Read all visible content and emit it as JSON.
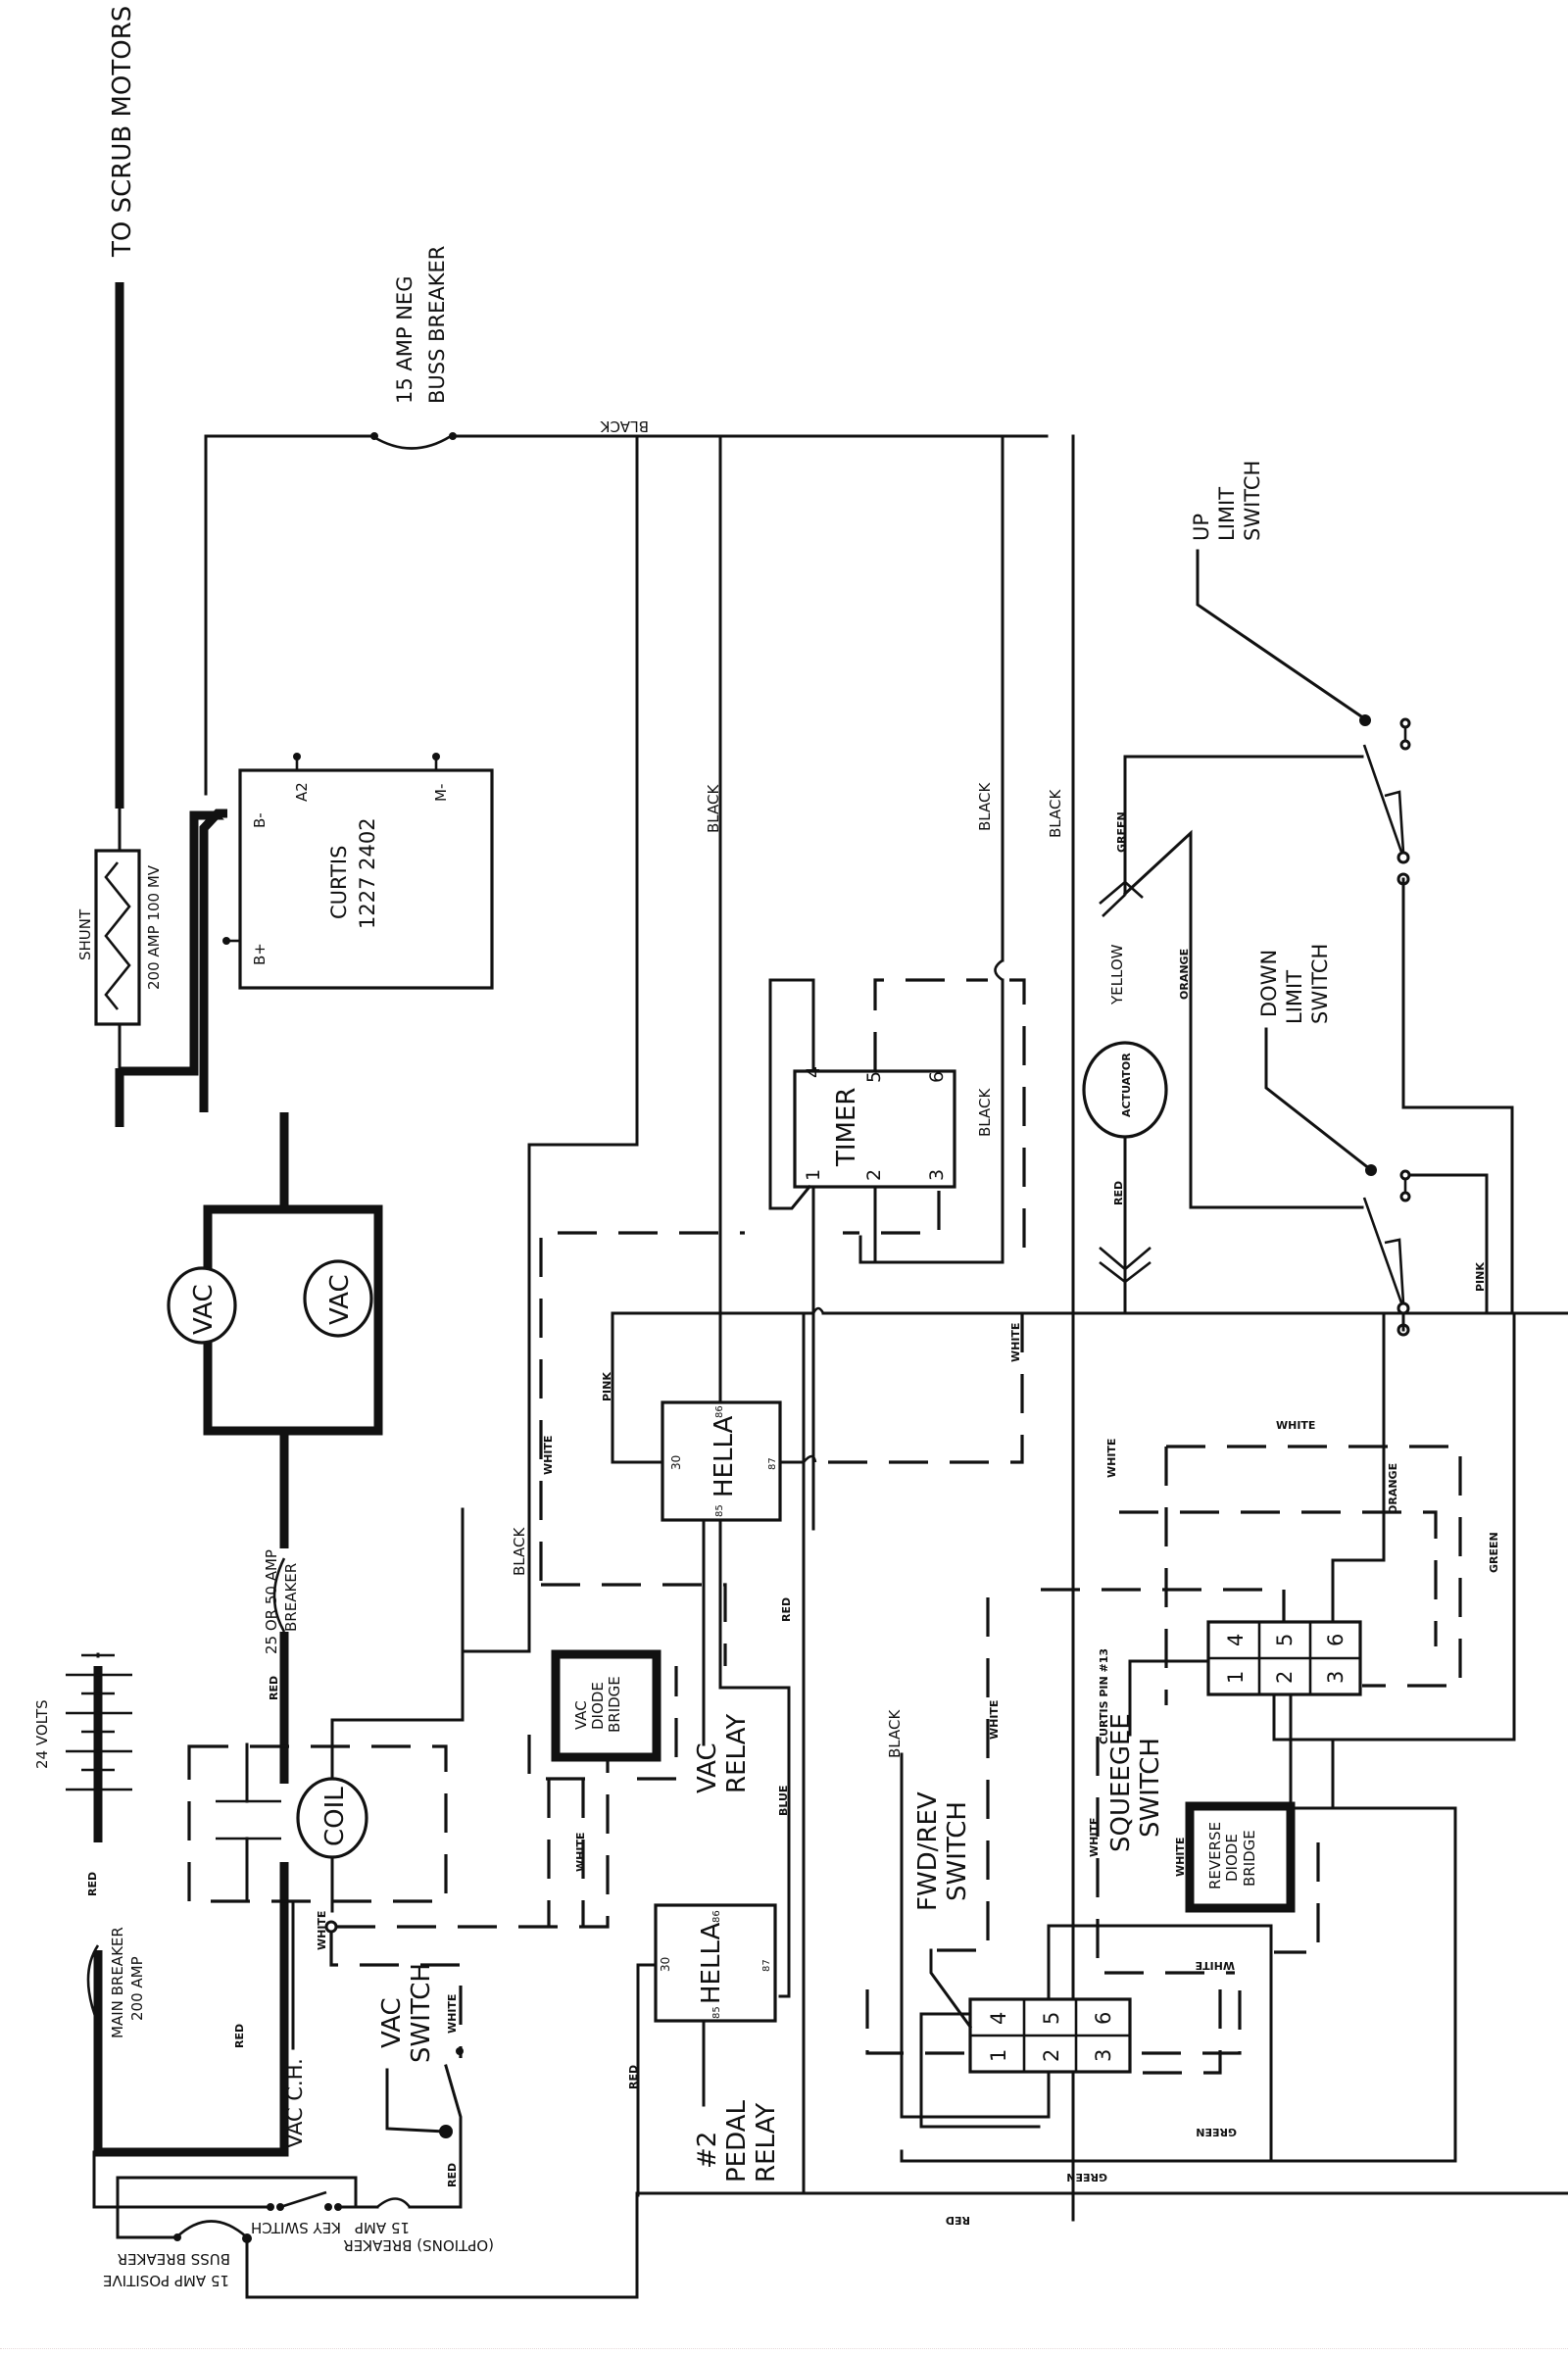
{
  "diagram": {
    "title": "Scrubber Wiring Schematic",
    "labels": {
      "to_scrub_motors": "TO SCRUB MOTORS",
      "neg_breaker_line1": "15 AMP NEG",
      "neg_breaker_line2": "BUSS BREAKER",
      "shunt": "SHUNT",
      "shunt_rating": "200 AMP 100 MV",
      "curtis_name": "CURTIS",
      "curtis_model": "1227 2402",
      "curtis_b_minus": "B-",
      "curtis_b_plus": "B+",
      "curtis_a2": "A2",
      "curtis_m_minus": "M-",
      "vac1": "VAC",
      "vac2": "VAC",
      "breaker_25_50_line1": "25 OR 50 AMP",
      "breaker_25_50_line2": "BREAKER",
      "battery": "24 VOLTS",
      "coil": "COIL",
      "main_breaker_line1": "MAIN BREAKER",
      "main_breaker_line2": "200 AMP",
      "vac_ch": "VAC C.H.",
      "vac_switch_line1": "VAC",
      "vac_switch_line2": "SWITCH",
      "key_switch": "KEY SWITCH",
      "options_breaker_line1": "15 AMP",
      "options_breaker_line2": "(OPTIONS) BREAKER",
      "pos_breaker_line1": "15 AMP POSITIVE",
      "pos_breaker_line2": "BUSS BREAKER",
      "vac_diode_line1": "VAC",
      "vac_diode_line2": "DIODE",
      "vac_diode_line3": "BRIDGE",
      "vac_relay_line1": "VAC",
      "vac_relay_line2": "RELAY",
      "hella": "HELLA",
      "hella2": "HELLA",
      "pedal_relay_line1": "#2",
      "pedal_relay_line2": "PEDAL",
      "pedal_relay_line3": "RELAY",
      "timer": "TIMER",
      "actuator": "ACTUATOR",
      "up_limit_line1": "UP",
      "up_limit_line2": "LIMIT",
      "up_limit_line3": "SWITCH",
      "down_limit_line1": "DOWN",
      "down_limit_line2": "LIMIT",
      "down_limit_line3": "SWITCH",
      "fwdrev_line1": "FWD/REV",
      "fwdrev_line2": "SWITCH",
      "squeegee_line1": "SQUEEGEE",
      "squeegee_line2": "SWITCH",
      "curtis_pin": "CURTIS PIN #13",
      "reverse_diode_line1": "REVERSE",
      "reverse_diode_line2": "DIODE",
      "reverse_diode_line3": "BRIDGE"
    },
    "relay_pins": {
      "p30": "30",
      "p85": "85",
      "p86": "86",
      "p87": "87"
    },
    "timer_pins": [
      "1",
      "2",
      "3",
      "4",
      "5",
      "6"
    ],
    "switch_block_pins": [
      "1",
      "2",
      "3",
      "4",
      "5",
      "6"
    ],
    "wire_colors": {
      "black": "BLACK",
      "red": "RED",
      "white": "WHITE",
      "pink": "PINK",
      "blue": "BLUE",
      "green": "GREEN",
      "yellow": "YELLOW",
      "orange": "ORANGE"
    }
  }
}
